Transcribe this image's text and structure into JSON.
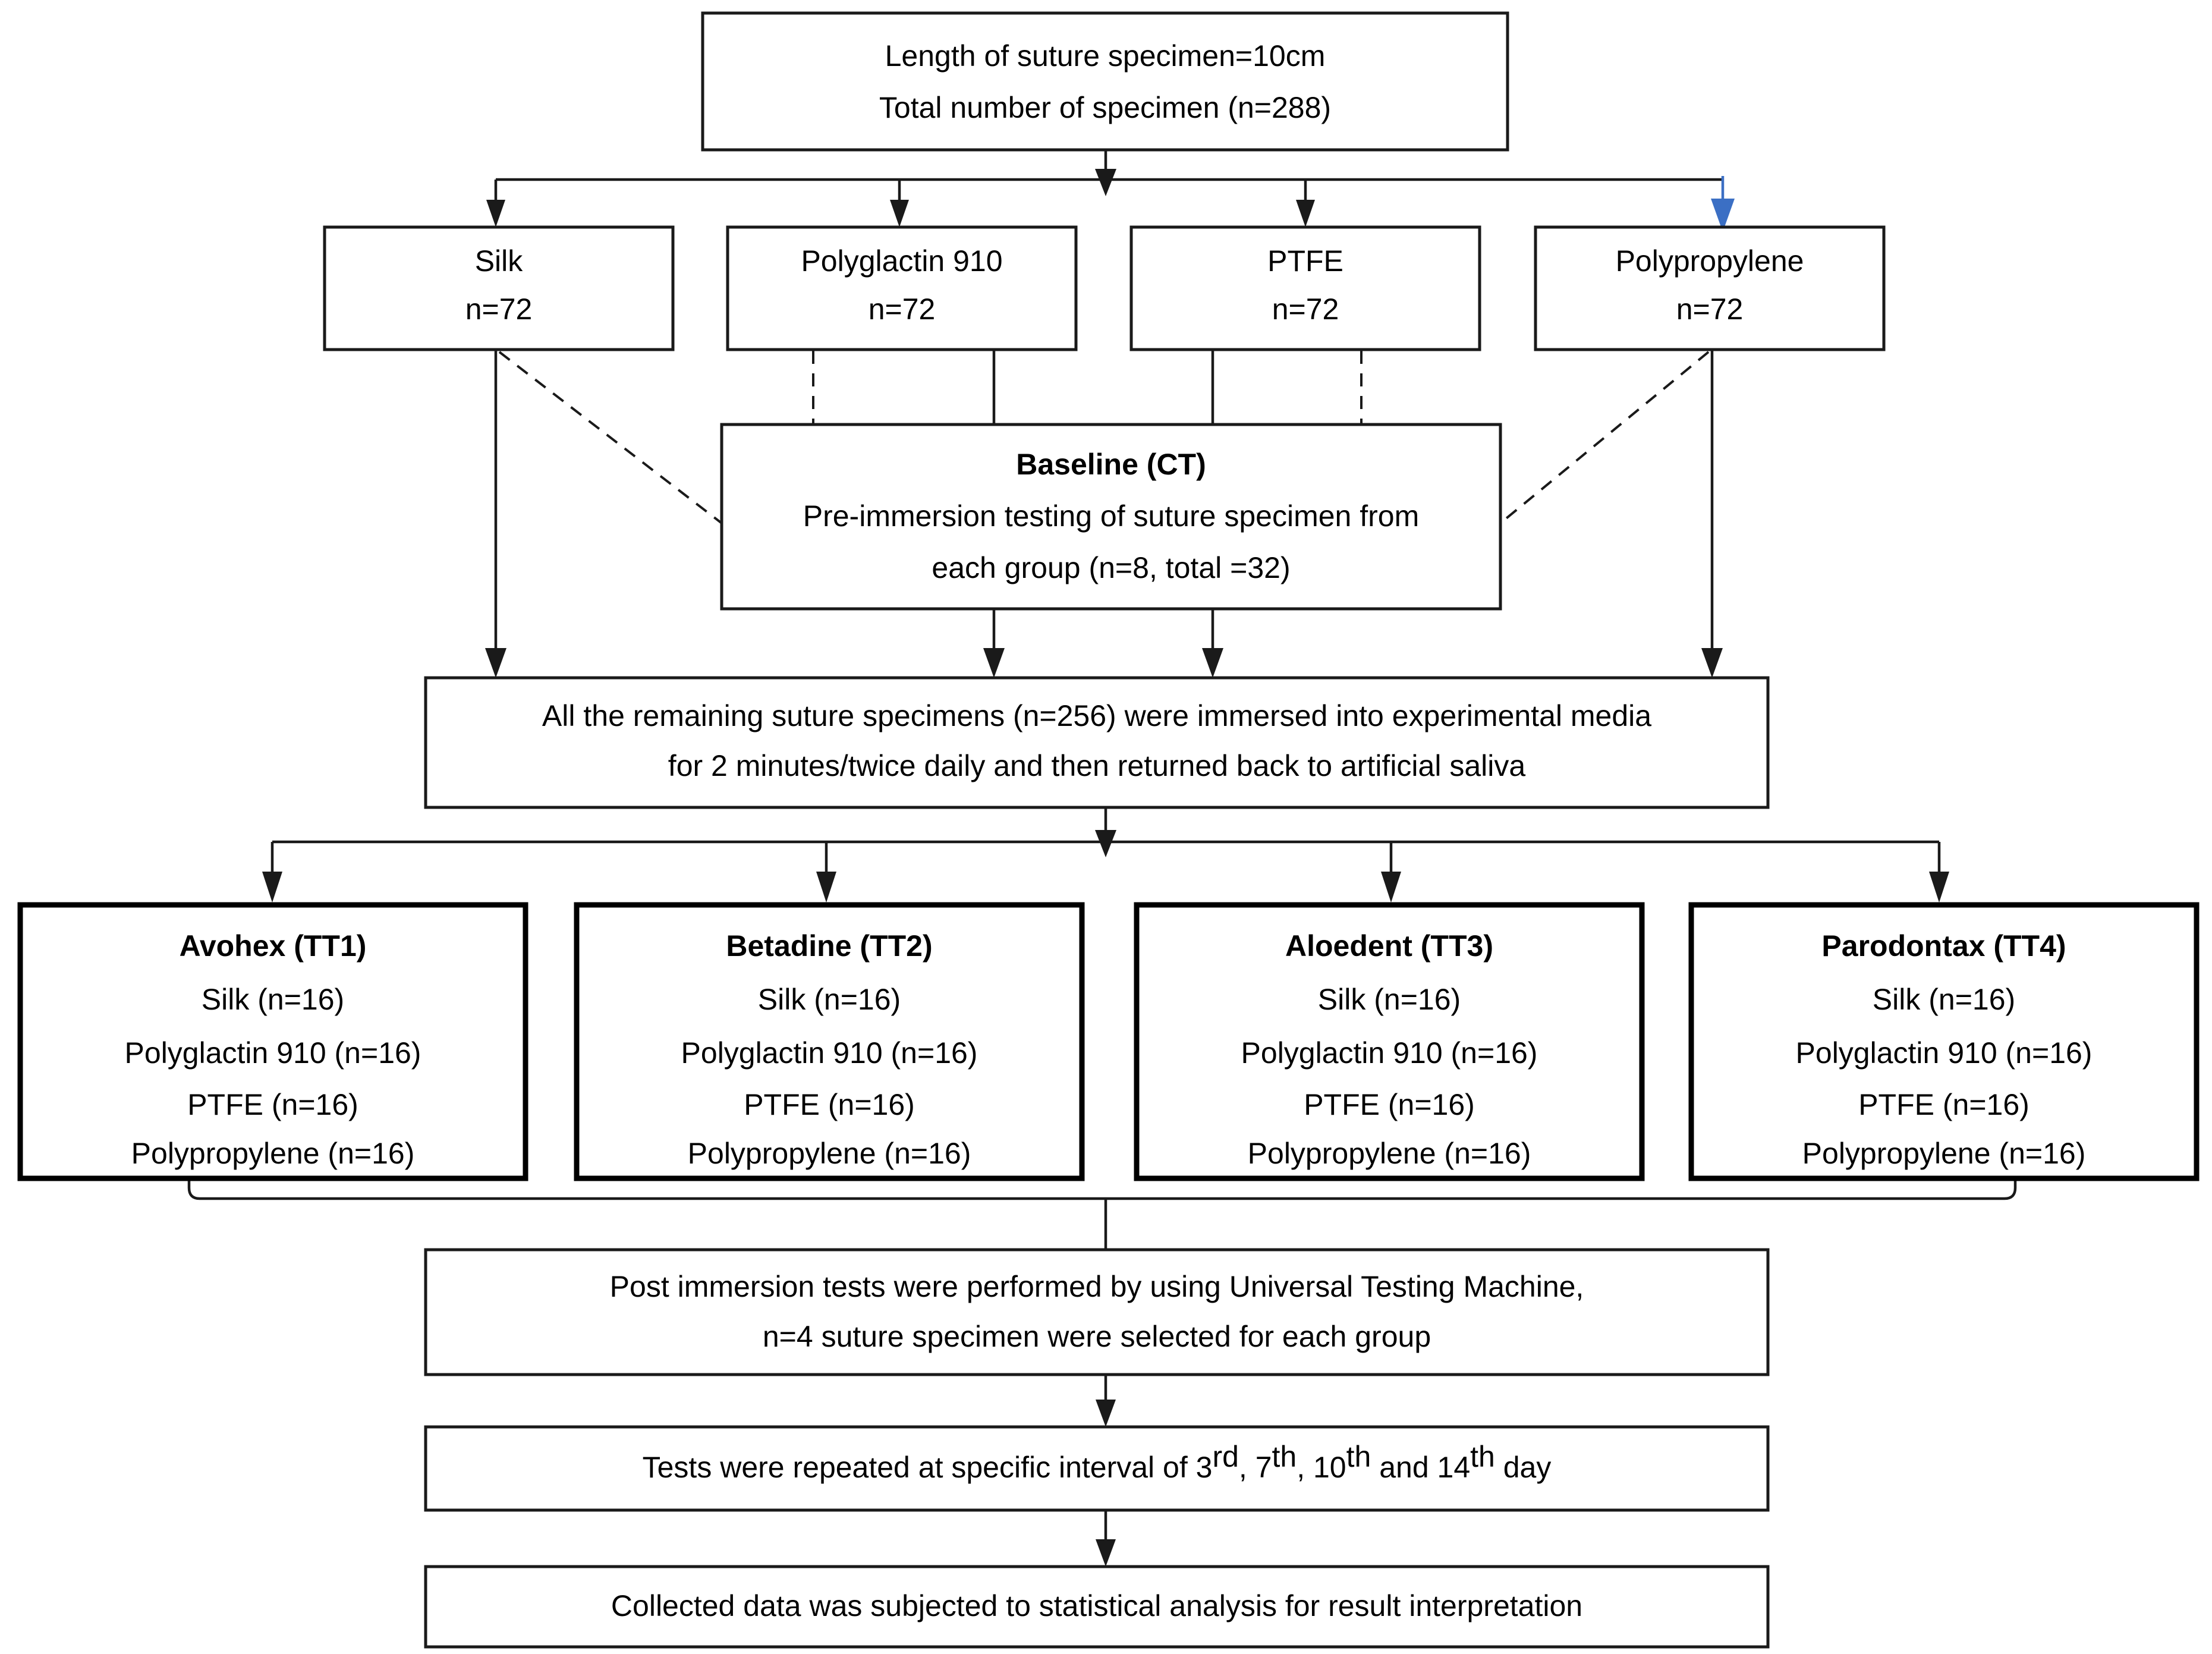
{
  "diagram": {
    "title": "Suture specimen experimental study flowchart",
    "colors": {
      "box_border": "#1a1a1a",
      "box_fill": "#ffffff",
      "connector": "#1a1a1a",
      "highlight_arrow": "#3B6FC4",
      "text": "#000000"
    }
  },
  "top": {
    "line1": "Length of suture specimen=10cm",
    "line2": "Total number of specimen (n=288)"
  },
  "suture_groups": [
    {
      "name": "Silk",
      "count": "n=72"
    },
    {
      "name": "Polyglactin 910",
      "count": "n=72"
    },
    {
      "name": "PTFE",
      "count": "n=72"
    },
    {
      "name": "Polypropylene",
      "count": "n=72"
    }
  ],
  "baseline": {
    "title": "Baseline (CT)",
    "line1": "Pre-immersion testing of suture specimen from",
    "line2": "each group  (n=8, total =32)"
  },
  "immersion": {
    "line1": "All the remaining suture specimens (n=256) were immersed into experimental media",
    "line2": "for 2 minutes/twice daily and then returned back to artificial saliva"
  },
  "treatments": [
    {
      "title": "Avohex (TT1)",
      "items": [
        "Silk (n=16)",
        "Polyglactin 910 (n=16)",
        "PTFE (n=16)",
        "Polypropylene (n=16)"
      ]
    },
    {
      "title": "Betadine (TT2)",
      "items": [
        "Silk (n=16)",
        "Polyglactin 910 (n=16)",
        "PTFE (n=16)",
        "Polypropylene (n=16)"
      ]
    },
    {
      "title": "Aloedent (TT3)",
      "items": [
        "Silk (n=16)",
        "Polyglactin 910 (n=16)",
        "PTFE (n=16)",
        "Polypropylene (n=16)"
      ]
    },
    {
      "title": "Parodontax (TT4)",
      "items": [
        "Silk (n=16)",
        "Polyglactin 910 (n=16)",
        "PTFE (n=16)",
        "Polypropylene (n=16)"
      ]
    }
  ],
  "post_immersion": {
    "line1": "Post immersion tests were performed by using Universal Testing Machine,",
    "line2": "n=4 suture specimen were selected for each group"
  },
  "intervals": {
    "prefix": "Tests were repeated at specific interval of 3",
    "sup1": "rd",
    "mid1": ", 7",
    "sup2": "th",
    "mid2": ", 10",
    "sup3": "th",
    "mid3": " and 14",
    "sup4": "th",
    "suffix": " day"
  },
  "conclusion": {
    "line1": "Collected data was subjected to statistical analysis for result interpretation"
  }
}
